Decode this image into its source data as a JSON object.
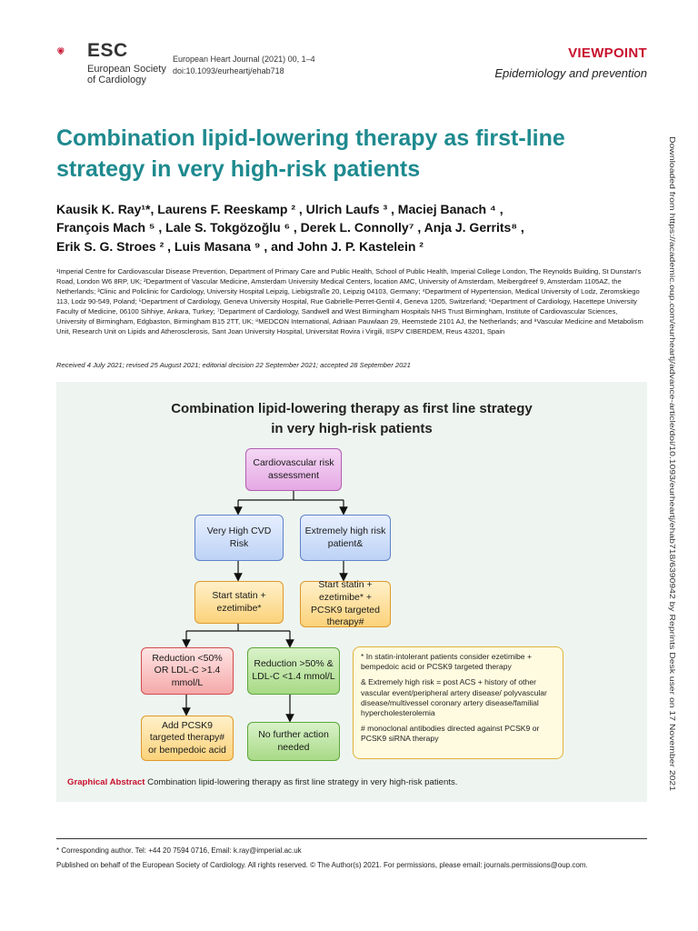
{
  "header": {
    "logo_text": "ESC",
    "society_line1": "European Society",
    "society_line2": "of Cardiology",
    "journal": "European Heart Journal (2021) 00, 1–4",
    "doi": "doi:10.1093/eurheartj/ehab718",
    "article_type": "VIEWPOINT",
    "section": "Epidemiology and prevention"
  },
  "title": {
    "line1": "Combination lipid-lowering therapy as first-line",
    "line2": "strategy in very high-risk patients"
  },
  "authors": {
    "line1": "Kausik K. Ray¹*, Laurens F. Reeskamp ² , Ulrich Laufs ³ , Maciej Banach ⁴ ,",
    "line2": "François Mach ⁵ , Lale S. Tokgözoğlu ⁶ , Derek L. Connolly⁷ , Anja J. Gerrits⁸ ,",
    "line3": "Erik S. G. Stroes ² , Luis Masana ⁹ , and John J. P. Kastelein ²"
  },
  "affiliations": "¹Imperial Centre for Cardiovascular Disease Prevention, Department of Primary Care and Public Health, School of Public Health, Imperial College London, The Reynolds Building, St Dunstan's Road, London W6 8RP, UK; ²Department of Vascular Medicine, Amsterdam University Medical Centers, location AMC, University of Amsterdam, Meibergdreef 9, Amsterdam 1105AZ, the Netherlands; ³Clinic and Policlinic for Cardiology, University Hospital Leipzig, Liebigstraße 20, Leipzig 04103, Germany; ⁴Department of Hypertension, Medical University of Lodz, Zeromskiego 113, Lodz 90-549, Poland; ⁵Department of Cardiology, Geneva University Hospital, Rue Gabrielle-Perret-Gentil 4, Geneva 1205, Switzerland; ⁶Department of Cardiology, Hacettepe University Faculty of Medicine, 06100 Sihhiye, Ankara, Turkey; ⁷Department of Cardiology, Sandwell and West Birmingham Hospitals NHS Trust Birmingham, Institute of Cardiovascular Sciences, University of Birmingham, Edgbaston, Birmingham B15 2TT, UK; ⁸MEDCON International, Adriaan Pauwlaan 29, Heemstede 2101 AJ, the Netherlands; and ⁹Vascular Medicine and Metabolism Unit, Research Unit on Lipids and Atherosclerosis, Sant Joan University Hospital, Universitat Rovira i Virgili, IISPV CIBERDEM, Reus 43201, Spain",
  "received": "Received 4 July 2021; revised 25 August 2021; editorial decision 22 September 2021; accepted 28 September 2021",
  "graphical_abstract": {
    "title_line1": "Combination lipid-lowering therapy as first line strategy",
    "title_line2": "in very high-risk patients",
    "nodes": {
      "risk": "Cardiovascular risk assessment",
      "very_high": "Very High CVD Risk",
      "extremely_high": "Extremely high risk patient&",
      "start_eze": "Start statin + ezetimibe*",
      "start_pcsk9": "Start statin + ezetimibe* + PCSK9 targeted therapy#",
      "reduction_lt50": "Reduction <50% OR LDL-C >1.4 mmol/L",
      "reduction_gt50": "Reduction >50% & LDL-C <1.4 mmol/L",
      "add_pcsk9": "Add PCSK9 targeted therapy# or bempedoic acid",
      "no_further": "No further action needed"
    },
    "notes": {
      "n1": "*  In statin-intolerant patients consider ezetimibe + bempedoic acid or PCSK9 targeted therapy",
      "n2": "& Extremely high risk = post ACS + history of other vascular event/peripheral artery disease/ polyvascular disease/multivessel coronary artery disease/familial hypercholesterolemia",
      "n3": "# monoclonal antibodies directed against PCSK9 or PCSK9 siRNA therapy"
    },
    "caption_label": "Graphical Abstract",
    "caption_text": "Combination lipid-lowering therapy as first line strategy in very high-risk patients."
  },
  "footnotes": {
    "corresponding": "* Corresponding author. Tel: +44 20 7594 0716, Email: k.ray@imperial.ac.uk",
    "published": "Published on behalf of the European Society of Cardiology. All rights reserved. © The Author(s) 2021. For permissions, please email: journals.permissions@oup.com."
  },
  "sidebar_download": "Downloaded from https://academic.oup.com/eurheartj/advance-article/doi/10.1093/eurheartj/ehab718/6390942 by Reprints Desk user on 17 November 2021",
  "colors": {
    "title": "#1e8a8f",
    "brand_red": "#c8102e",
    "abstract_bg": "#eef5f0"
  }
}
